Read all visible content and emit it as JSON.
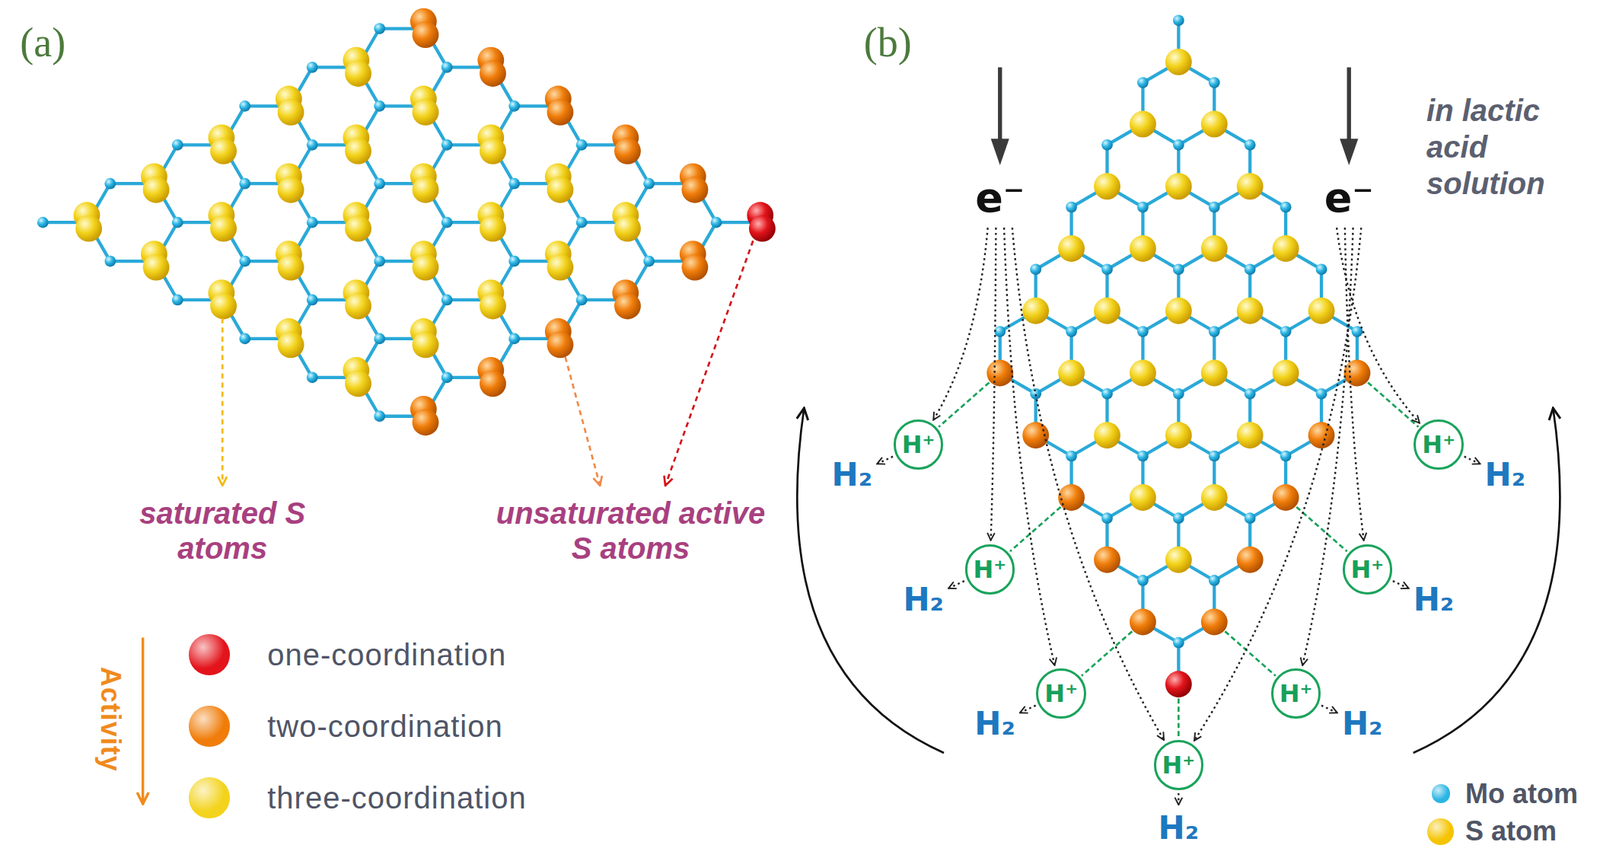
{
  "diagram": {
    "nodes": [
      {
        "text": [
          "H⁺"
        ]
      },
      {
        "text": [
          "H⁺"
        ]
      },
      {
        "text": [
          "H⁺"
        ]
      },
      {
        "text": [
          "H⁺"
        ]
      },
      {
        "text": [
          "H⁺"
        ]
      },
      {
        "text": [
          "H⁺"
        ]
      },
      {
        "text": [
          "H⁺"
        ]
      }
    ],
    "labels": [
      "(a)",
      "(b)",
      "saturated S atoms",
      "unsaturated active S atoms",
      "Activity",
      "e⁻",
      "e⁻",
      "in lactic acid solution",
      "H₂",
      "H₂",
      "H₂",
      "H₂",
      "H₂",
      "H₂",
      "H₂"
    ],
    "legend": [
      {
        "text": "one-coordination",
        "color": "#e3141b"
      },
      {
        "text": "two-coordination",
        "color": "#f07d0a"
      },
      {
        "text": "three-coordination",
        "color": "#f3d31c"
      },
      {
        "text": "Mo atom",
        "color": "#2bb5e3"
      },
      {
        "text": "S atom",
        "color": "#f5c400"
      }
    ]
  }
}
